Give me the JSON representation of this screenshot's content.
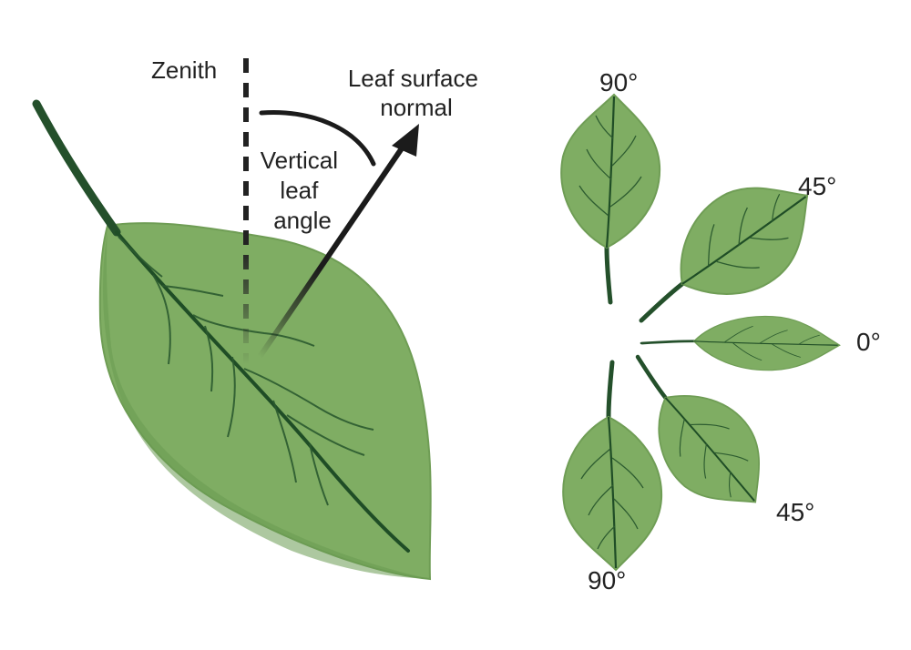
{
  "labels": {
    "zenith": "Zenith",
    "normal_line1": "Leaf surface",
    "normal_line2": "normal",
    "angle_line1": "Vertical",
    "angle_line2": "leaf",
    "angle_line3": "angle"
  },
  "angles": {
    "up": "90°",
    "upper_right": "45°",
    "right": "0°",
    "lower_right": "45°",
    "down": "90°"
  },
  "colors": {
    "leaf_fill": "#7fad63",
    "leaf_edge": "#6f9d55",
    "leaf_shade": "#5f8e48",
    "vein": "#1f4d26",
    "stem": "#24502b",
    "text": "#222222",
    "arrow": "#1b1b1b"
  }
}
